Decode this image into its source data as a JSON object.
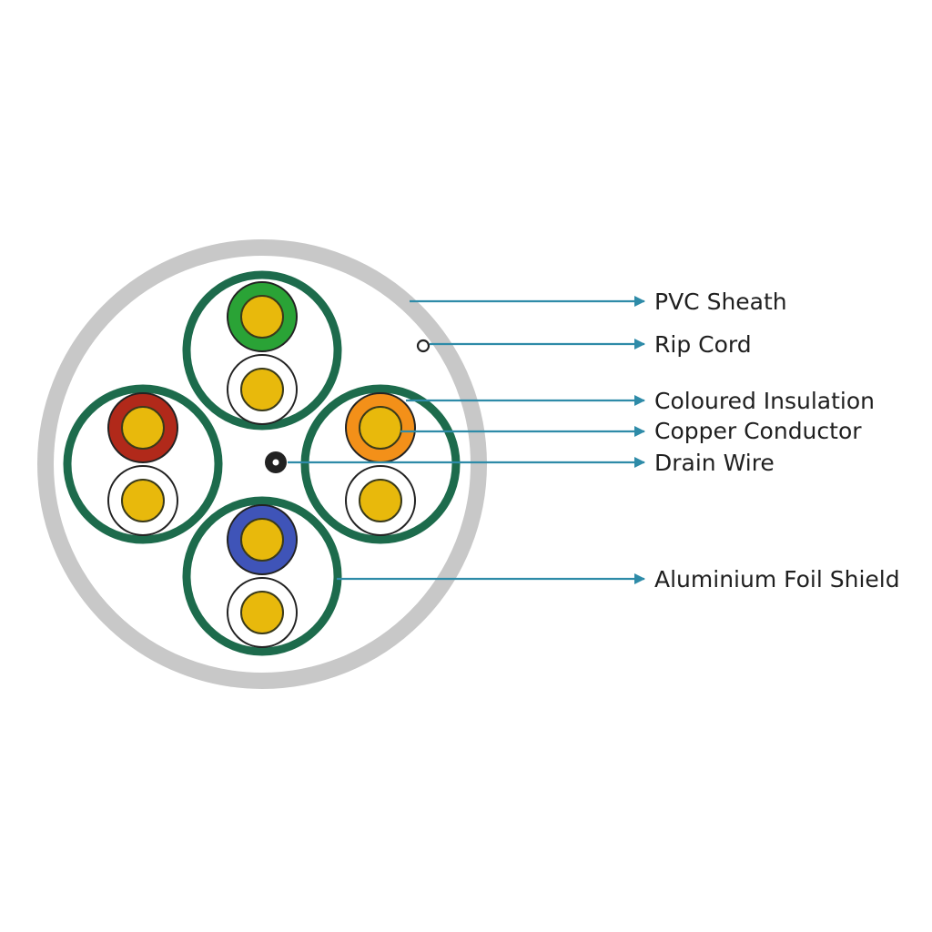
{
  "diagram": {
    "callouts": [
      {
        "id": "pvc-sheath",
        "label": "PVC Sheath"
      },
      {
        "id": "rip-cord",
        "label": "Rip Cord"
      },
      {
        "id": "coloured-insulation",
        "label": "Coloured Insulation"
      },
      {
        "id": "copper-conductor",
        "label": "Copper Conductor"
      },
      {
        "id": "drain-wire",
        "label": "Drain Wire"
      },
      {
        "id": "aluminium-foil-shield",
        "label": "Aluminium Foil Shield"
      }
    ]
  },
  "colors": {
    "sheath": "#c8c8c8",
    "foil_shield": "#1d6b4c",
    "copper": "#e8b90c",
    "copper_outline": "#3a3a1a",
    "leader_line": "#2e8ba8",
    "pair_green": "#2aa336",
    "pair_red": "#b1291a",
    "pair_orange": "#f39019",
    "pair_blue": "#3f54b8",
    "pair_white": "#ffffff",
    "drain_wire": "#222222",
    "label_text": "#1f1f1f"
  }
}
